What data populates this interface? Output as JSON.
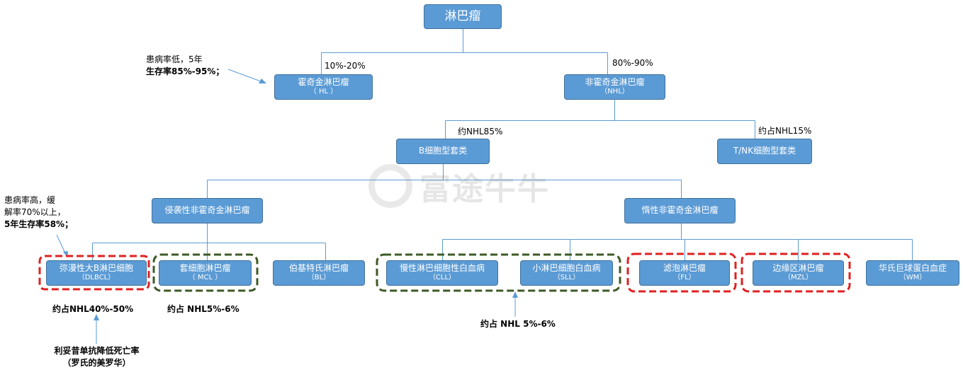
{
  "nodes": {
    "root": {
      "title": "淋巴瘤"
    },
    "hl": {
      "title": "霍奇金淋巴瘤",
      "abbr": "（ HL ）"
    },
    "nhl": {
      "title": "非霍奇金淋巴瘤",
      "abbr": "（NHL）"
    },
    "bcell": {
      "title": "B细胞型套类"
    },
    "tnk": {
      "title": "T/NK细胞型套类"
    },
    "aggressive": {
      "title": "侵袭性非霍奇金淋巴瘤"
    },
    "indolent": {
      "title": "惰性非霍奇金淋巴瘤"
    },
    "dlbcl": {
      "title": "弥漫性大B淋巴细胞",
      "abbr": "（DLBCL）"
    },
    "mcl": {
      "title": "套细胞淋巴瘤",
      "abbr": "（ MCL ）"
    },
    "bl": {
      "title": "伯基特氏淋巴瘤",
      "abbr": "（BL）"
    },
    "cll": {
      "title": "慢性淋巴细胞性白血病",
      "abbr": "（CLL）"
    },
    "sll": {
      "title": "小淋巴细胞白血病",
      "abbr": "（SLL）"
    },
    "fl": {
      "title": "滤泡淋巴瘤",
      "abbr": "（FL）"
    },
    "mzl": {
      "title": "边缘区淋巴瘤",
      "abbr": "（MZL）"
    },
    "wm": {
      "title": "华氏巨球蛋白血症",
      "abbr": "（WM）"
    }
  },
  "edge_labels": {
    "hl_pct": "10%-20%",
    "nhl_pct": "80%-90%",
    "b_pct": "约NHL85%",
    "tnk_pct": "约占NHL15%"
  },
  "notes": {
    "hl_note_line1": "患病率低，5年",
    "hl_note_line2": "生存率85%-95%；",
    "dlbcl_note_line1": "患病率高，缓",
    "dlbcl_note_line2": "解率70%以上，",
    "dlbcl_note_line3": "5年生存率58%；",
    "dlbcl_share": "约占NHL40%-50%",
    "mcl_share": "约占 NHL5%-6%",
    "cll_sll_share": "约占 NHL 5%-6%",
    "drug_line1": "利妥昔单抗降低死亡率",
    "drug_line2": "（罗氏的美罗华）"
  },
  "watermark": {
    "text": "富途牛牛"
  },
  "colors": {
    "node_fill": "#5b9bd5",
    "node_border": "#41719c",
    "connector": "#5b9bd5",
    "highlight_red": "#e02020",
    "highlight_green": "#3d5a25"
  }
}
